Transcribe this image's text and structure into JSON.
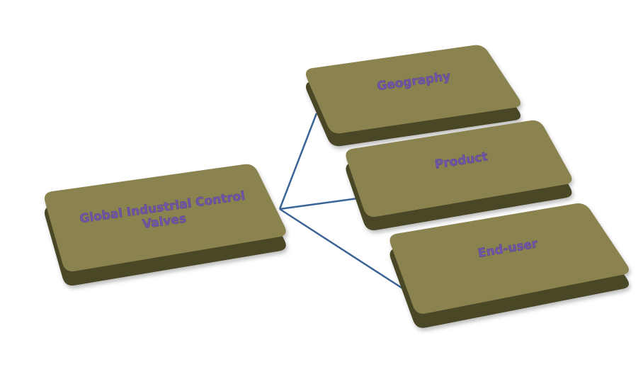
{
  "diagram": {
    "root": {
      "label_lines": [
        "Global Industrial Control",
        "Valves"
      ]
    },
    "children": [
      {
        "label": "Geography"
      },
      {
        "label": "Product"
      },
      {
        "label": "End-user"
      }
    ]
  },
  "colors": {
    "box_top": "#8b8350",
    "box_side": "#4a4628",
    "connector": "#3b6496",
    "text": "#6d55a8"
  }
}
